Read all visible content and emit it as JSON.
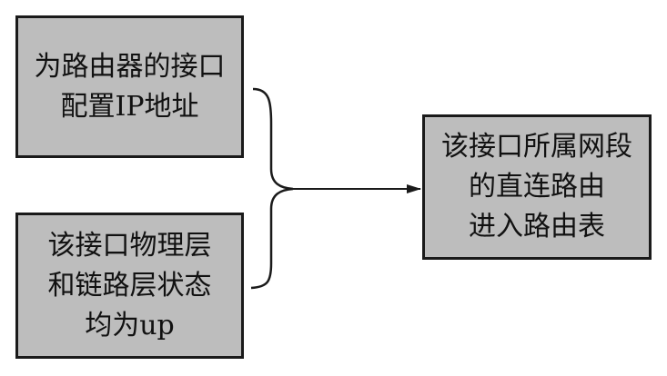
{
  "diagram": {
    "colors": {
      "box_fill": "#bdbdbd",
      "border": "#1a1a1a",
      "line": "#1a1a1a",
      "text": "#111111"
    },
    "boxes": [
      {
        "id": "box-tl",
        "text": "为路由器的接口\n配置IP地址"
      },
      {
        "id": "box-bl",
        "text": "该接口物理层\n和链路层状态\n均为up"
      },
      {
        "id": "box-r",
        "text": "该接口所属网段\n的直连路由\n进入路由表"
      }
    ],
    "connector": {
      "type": "brace-arrow"
    }
  }
}
